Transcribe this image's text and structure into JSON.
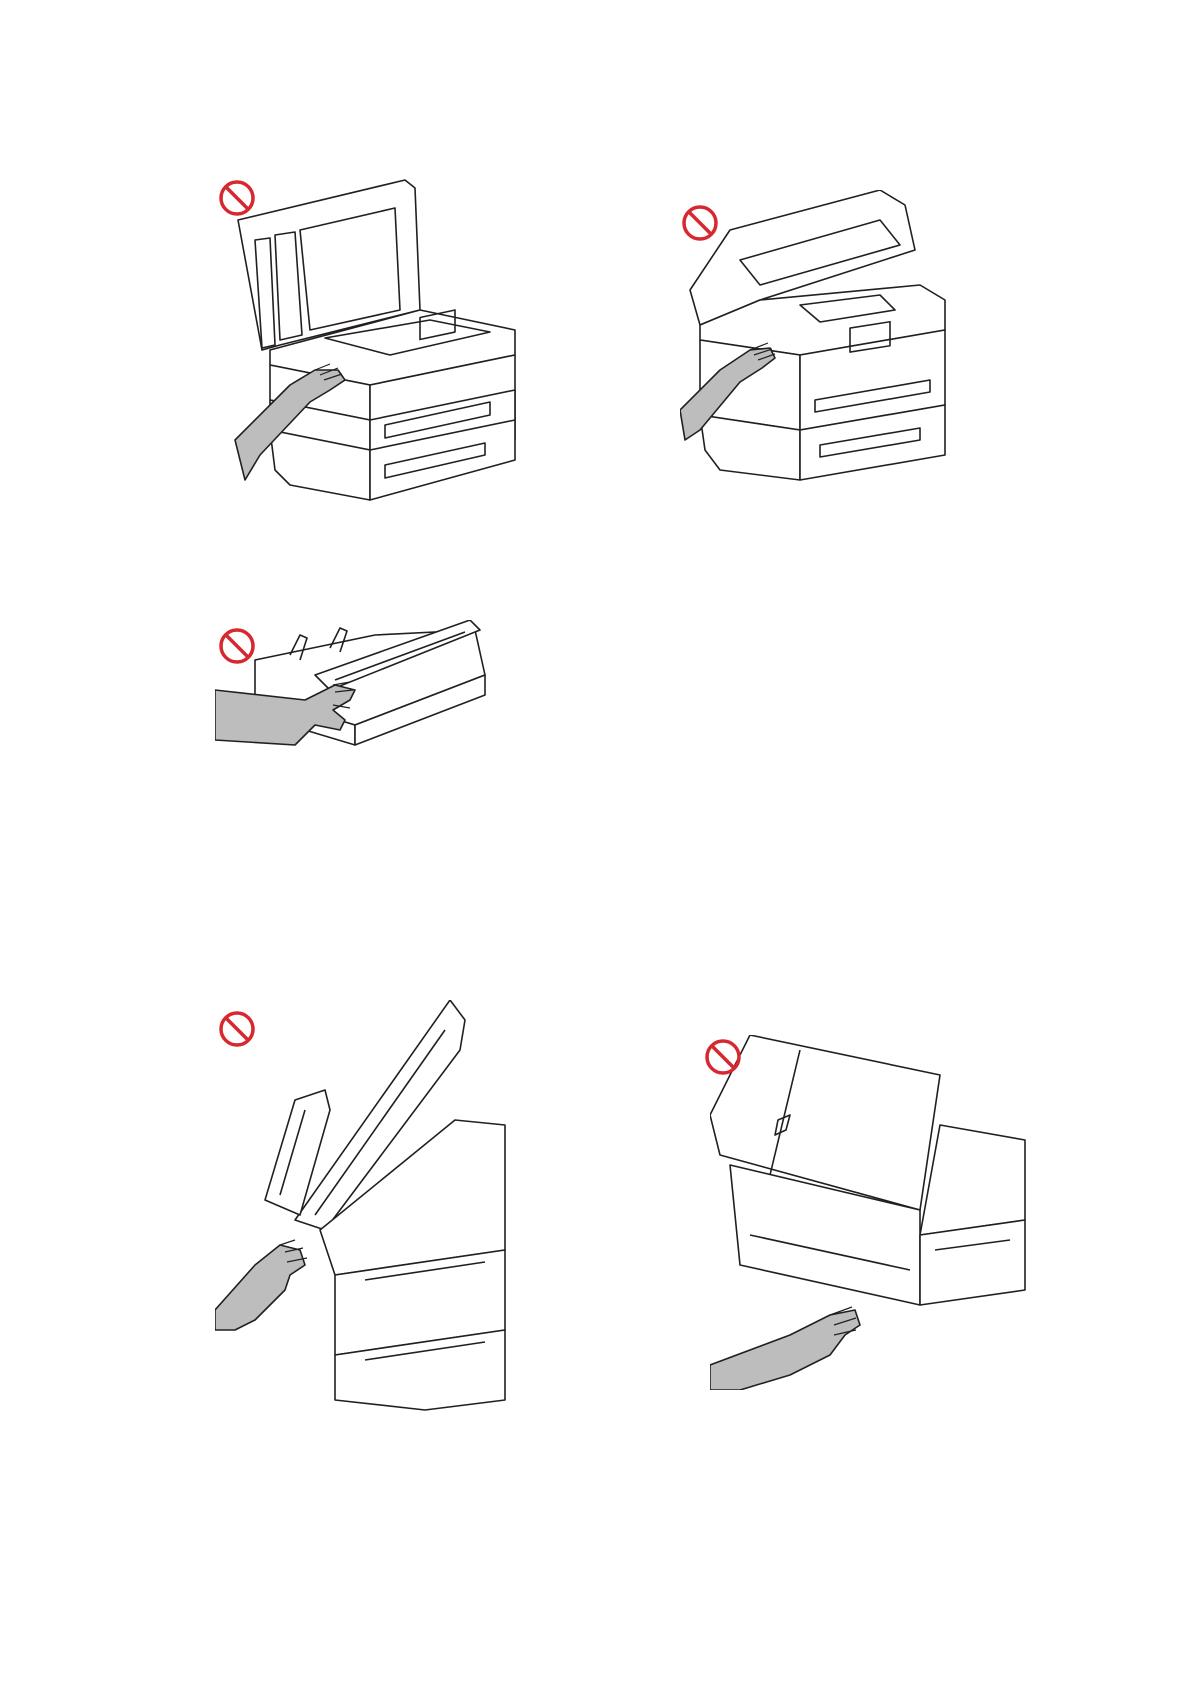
{
  "page": {
    "background": "#ffffff"
  },
  "colors": {
    "prohibit_red": "#d7282f",
    "line": "#231f20",
    "hand_fill": "#bdbdbd",
    "device_fill": "#ffffff"
  },
  "figures": [
    {
      "icon": "prohibited-icon",
      "scene": "scanner-lid-open-hand-on-control-panel"
    },
    {
      "icon": "prohibited-icon",
      "scene": "scanner-unit-raised-hand-on-front"
    },
    {
      "icon": "prohibited-icon",
      "scene": "paper-tray-hand-pushing"
    },
    {
      "icon": "prohibited-icon",
      "scene": "document-cover-raised-side-view"
    },
    {
      "icon": "prohibited-icon",
      "scene": "scanner-lid-back-view-hand-on-jam-cover"
    }
  ]
}
